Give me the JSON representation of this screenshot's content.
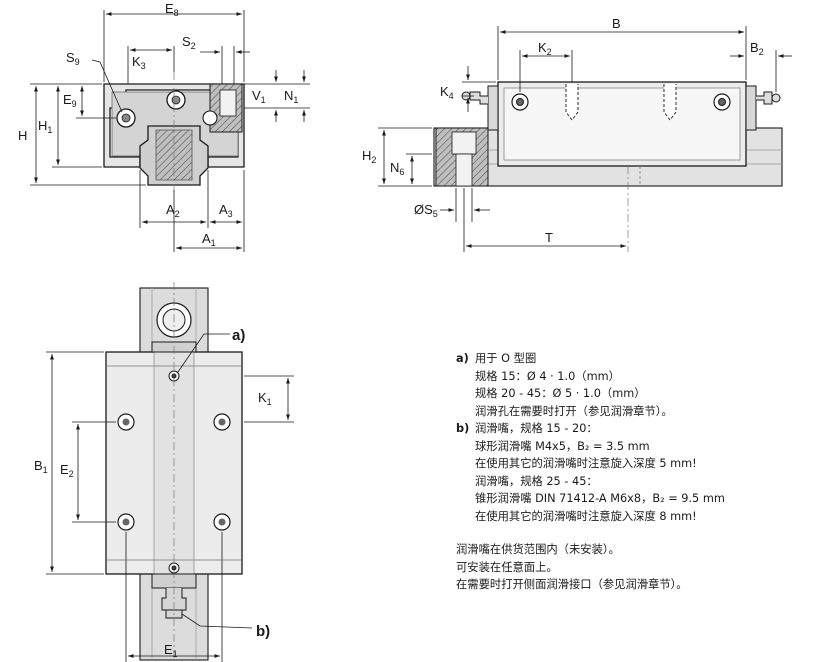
{
  "dims": {
    "E8": {
      "b": "E",
      "s": "8"
    },
    "S9": {
      "b": "S",
      "s": "9"
    },
    "K3": {
      "b": "K",
      "s": "3"
    },
    "S2": {
      "b": "S",
      "s": "2"
    },
    "E9": {
      "b": "E",
      "s": "9"
    },
    "V1": {
      "b": "V",
      "s": "1"
    },
    "N1": {
      "b": "N",
      "s": "1"
    },
    "H": {
      "b": "H",
      "s": ""
    },
    "H1": {
      "b": "H",
      "s": "1"
    },
    "A2": {
      "b": "A",
      "s": "2"
    },
    "A3": {
      "b": "A",
      "s": "3"
    },
    "A1": {
      "b": "A",
      "s": "1"
    },
    "B": {
      "b": "B",
      "s": ""
    },
    "K2": {
      "b": "K",
      "s": "2"
    },
    "B2": {
      "b": "B",
      "s": "2"
    },
    "K4": {
      "b": "K",
      "s": "4"
    },
    "H2": {
      "b": "H",
      "s": "2"
    },
    "N6": {
      "b": "N",
      "s": "6"
    },
    "S5": {
      "b": "ØS",
      "s": "5"
    },
    "T": {
      "b": "T",
      "s": ""
    },
    "K1": {
      "b": "K",
      "s": "1"
    },
    "B1": {
      "b": "B",
      "s": "1"
    },
    "E2": {
      "b": "E",
      "s": "2"
    },
    "E1": {
      "b": "E",
      "s": "1"
    }
  },
  "callouts": {
    "a": "a)",
    "b": "b)"
  },
  "notes": {
    "a_label": "a)",
    "a_lines": [
      "用于 O 型圈",
      "规格 15：Ø 4 · 1.0（mm）",
      "规格 20 - 45：Ø 5 · 1.0（mm）",
      "润滑孔在需要时打开（参见润滑章节）。"
    ],
    "b_label": "b)",
    "b_lines": [
      "润滑嘴，规格 15 - 20：",
      "球形润滑嘴 M4x5，B₂ = 3.5 mm",
      "在使用其它的润滑嘴时注意旋入深度 5 mm!",
      "润滑嘴，规格 25 - 45：",
      "锥形润滑嘴 DIN 71412-A M6x8，B₂ = 9.5 mm",
      "在使用其它的润滑嘴时注意旋入深度 8 mm!"
    ],
    "footer_lines": [
      "润滑嘴在供货范围内（未安装）。",
      "可安装在任意面上。",
      "在需要时打开侧面润滑接口（参见润滑章节）。"
    ]
  }
}
